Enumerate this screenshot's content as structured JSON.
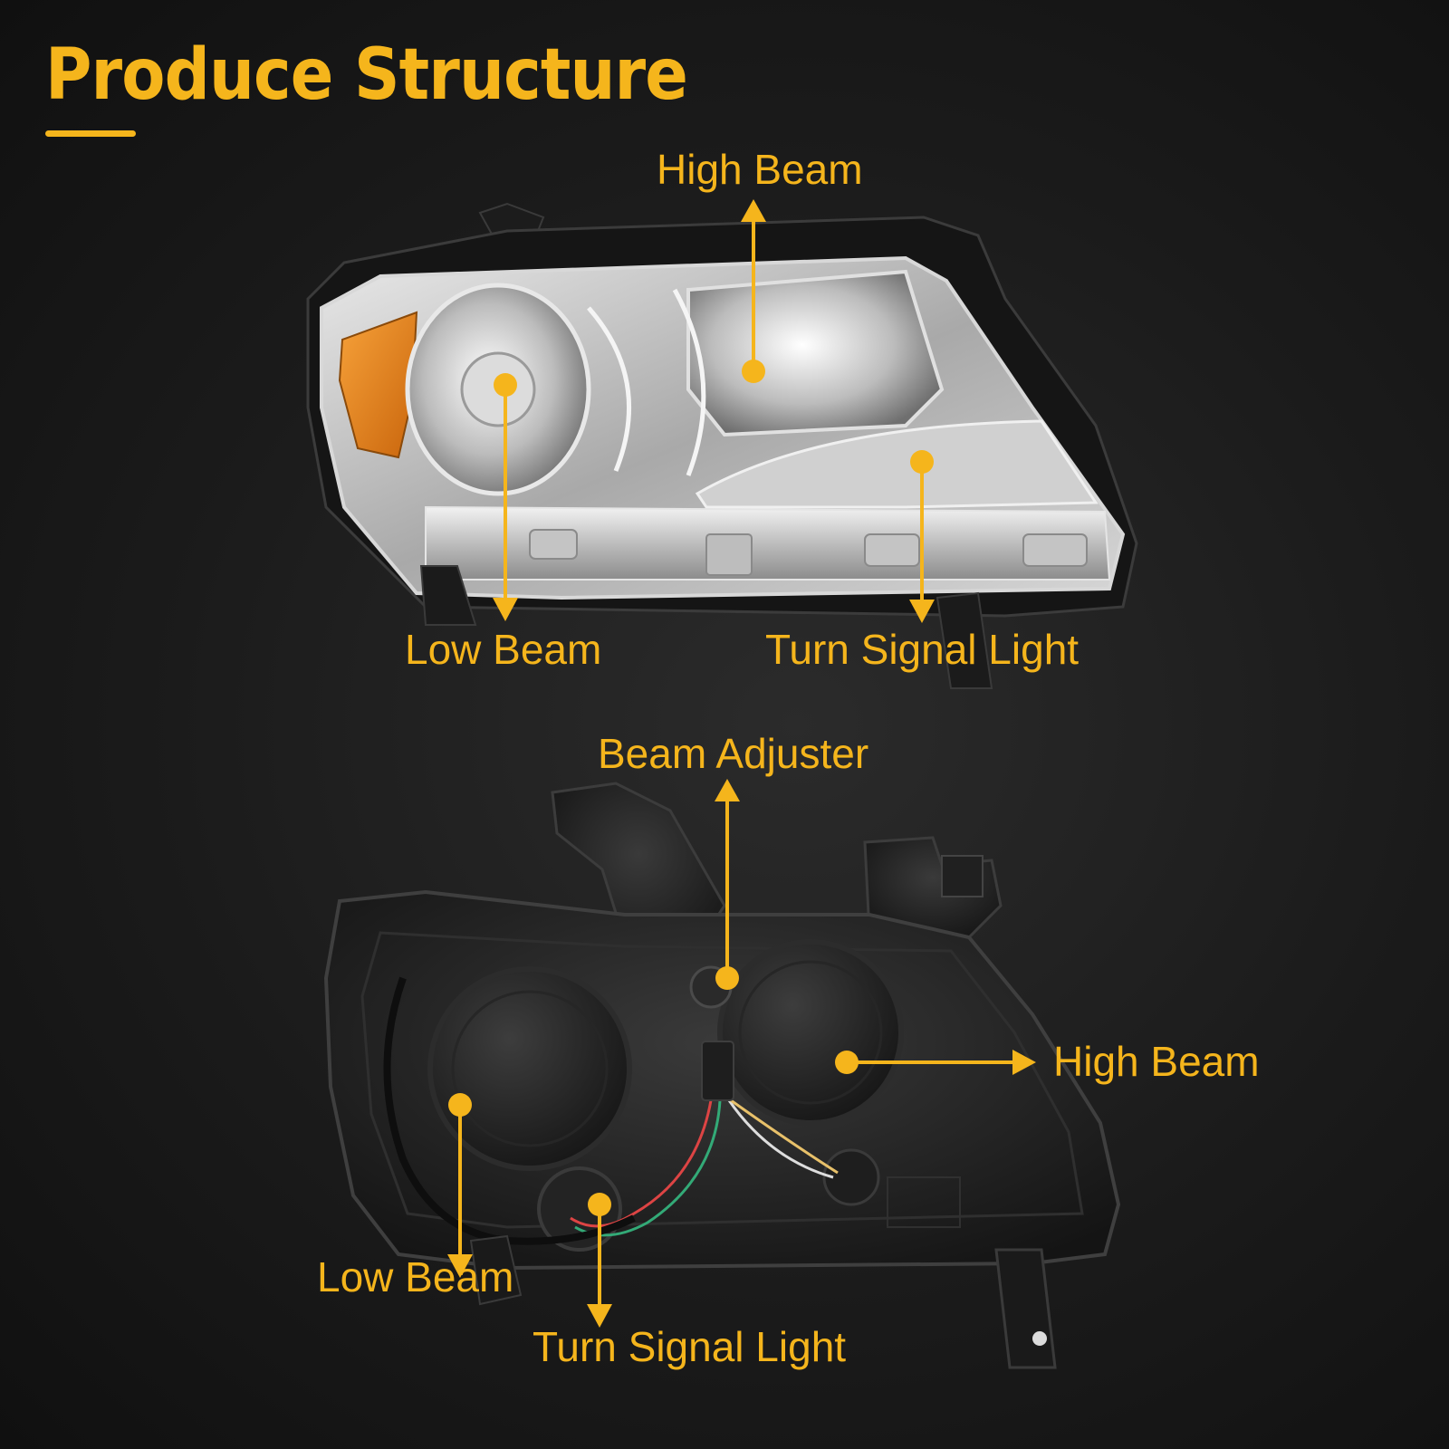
{
  "title": "Produce Structure",
  "accent_color": "#f5b51c",
  "front_view": {
    "high_beam": "High Beam",
    "low_beam": "Low Beam",
    "turn_signal": "Turn Signal Light"
  },
  "rear_view": {
    "beam_adjuster": "Beam Adjuster",
    "high_beam": "High Beam",
    "low_beam": "Low Beam",
    "turn_signal": "Turn Signal Light"
  }
}
